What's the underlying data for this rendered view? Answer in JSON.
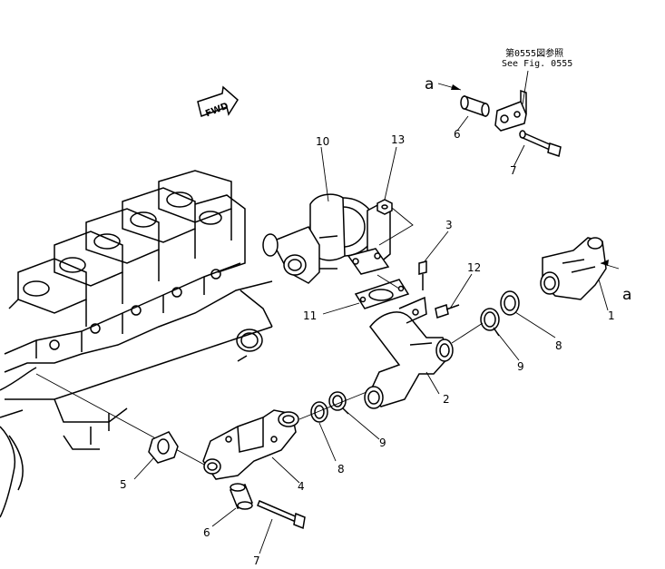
{
  "reference_note": {
    "line1": "第0555図参照",
    "line2": "See Fig. 0555"
  },
  "fwd_label": "FWD",
  "connection_letters": [
    "a",
    "a"
  ],
  "callouts": {
    "p1": "1",
    "p2": "2",
    "p3": "3",
    "p4": "4",
    "p5": "5",
    "p6_top": "6",
    "p6_bottom": "6",
    "p7_top": "7",
    "p7_bottom": "7",
    "p8_right": "8",
    "p8_left": "8",
    "p9_right": "9",
    "p9_left": "9",
    "p10": "10",
    "p11": "11",
    "p12": "12",
    "p13": "13"
  }
}
